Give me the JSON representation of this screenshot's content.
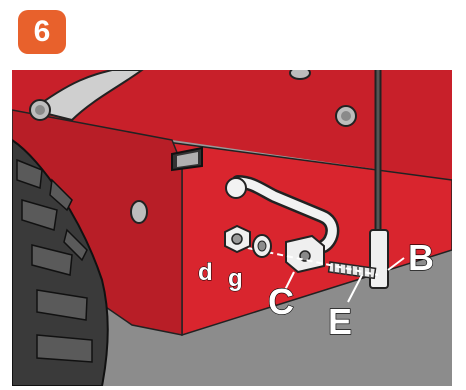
{
  "step": {
    "number": "6",
    "color": "#e8612c"
  },
  "labels": {
    "B": "B",
    "C": "C",
    "E": "E",
    "d": "d",
    "g": "g"
  },
  "colors": {
    "housing_red": "#d9252e",
    "housing_dark": "#a71d24",
    "ground": "#8a8a8a",
    "tire": "#3a3a3a"
  }
}
